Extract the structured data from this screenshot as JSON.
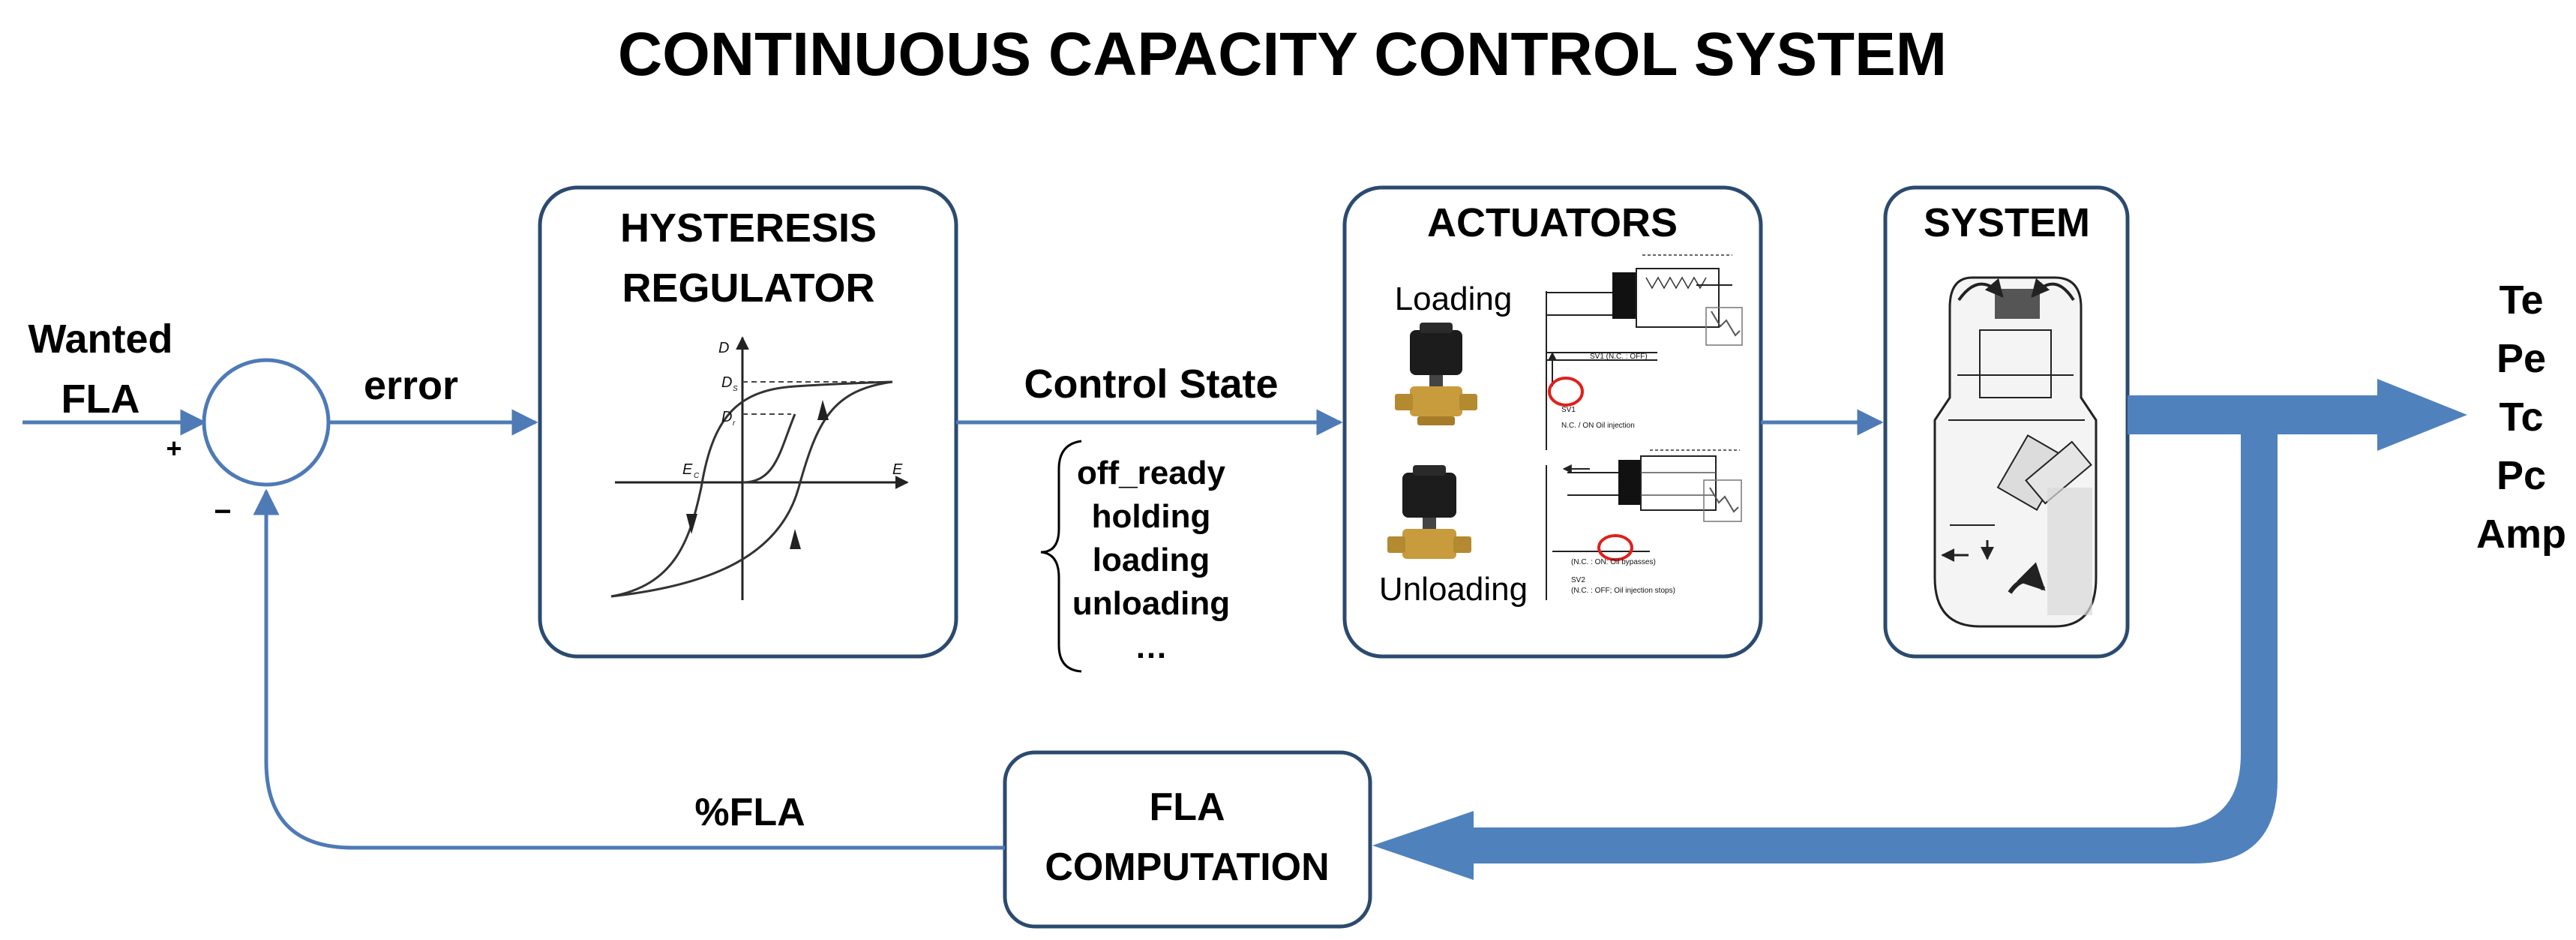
{
  "title": "CONTINUOUS CAPACITY CONTROL SYSTEM",
  "input": {
    "line1": "Wanted",
    "line2": "FLA",
    "plus": "+",
    "minus": "−"
  },
  "error_label": "error",
  "hysteresis": {
    "title_line1": "HYSTERESIS",
    "title_line2": "REGULATOR",
    "axis_y": "D",
    "axis_x": "E",
    "d_s": "D",
    "d_s_sub": "S",
    "d_r": "D",
    "d_r_sub": "r",
    "e_c": "E",
    "e_c_sub": "C"
  },
  "control_state": {
    "label": "Control State",
    "states": [
      "off_ready",
      "holding",
      "loading",
      "unloading",
      "…"
    ]
  },
  "actuators": {
    "title": "ACTUATORS",
    "loading": "Loading",
    "unloading": "Unloading",
    "sv1": "SV1 (N.C. : OFF)",
    "sv1_note": "N.C. / ON Oil injection",
    "sv2a": "(N.C. : ON: Oil bypasses)",
    "sv2b": "SV2",
    "sv2c": "(N.C. : OFF; Oil injection stops)"
  },
  "system": {
    "title": "SYSTEM"
  },
  "outputs": [
    "Te",
    "Pe",
    "Tc",
    "Pc",
    "Amp"
  ],
  "fla_computation": {
    "line1": "FLA",
    "line2": "COMPUTATION"
  },
  "feedback_label": "%FLA",
  "colors": {
    "line": "#4E7AB5",
    "box_border": "#2B4A6F",
    "big_arrow": "#4F81BD",
    "highlight": "#E0201B"
  }
}
